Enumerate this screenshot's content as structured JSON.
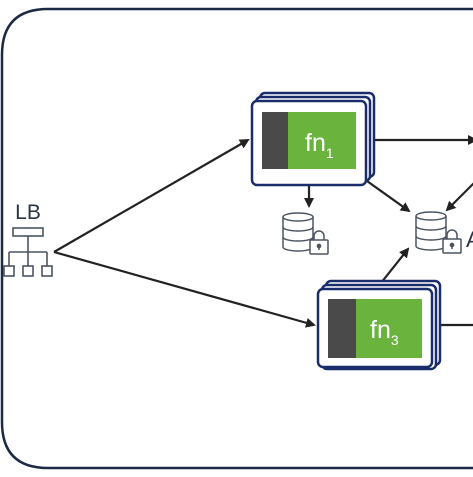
{
  "diagram": {
    "load_balancer": {
      "label": "LB",
      "icon": "hierarchy-icon"
    },
    "functions": [
      {
        "name": "fn",
        "subscript": "1"
      },
      {
        "name": "fn",
        "subscript": "3"
      }
    ],
    "datastores": [
      {
        "icon": "locked-database-icon"
      },
      {
        "icon": "locked-database-icon"
      }
    ],
    "partial_text": "A",
    "colors": {
      "frame": "#1d2a45",
      "function_fill": "#6ab43e",
      "function_dark": "#4a4a4a",
      "stack_border": "#1a2d6b",
      "arrow": "#222222",
      "icon_stroke": "#4c5561"
    }
  }
}
